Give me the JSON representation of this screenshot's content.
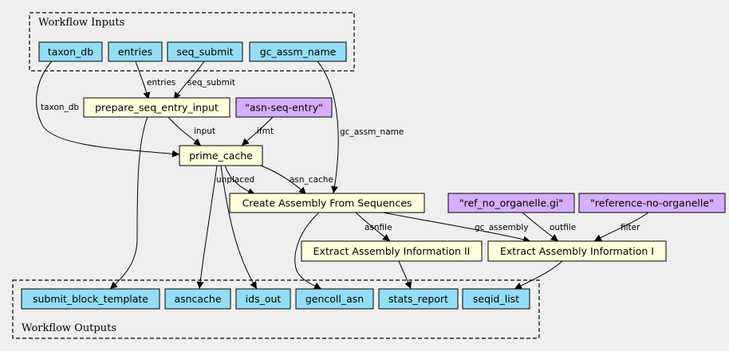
{
  "clusters": {
    "inputs_label": "Workflow Inputs",
    "outputs_label": "Workflow Outputs"
  },
  "nodes": {
    "taxon_db": "taxon_db",
    "entries": "entries",
    "seq_submit": "seq_submit",
    "gc_assm_name": "gc_assm_name",
    "prepare_seq_entry_input": "prepare_seq_entry_input",
    "asn_seq_entry": "\"asn-seq-entry\"",
    "prime_cache": "prime_cache",
    "create_assembly": "Create Assembly From Sequences",
    "ref_no_organelle_gi": "\"ref_no_organelle.gi\"",
    "reference_no_organelle": "\"reference-no-organelle\"",
    "extract_info_ii": "Extract Assembly Information II",
    "extract_info_i": "Extract Assembly Information I",
    "submit_block_template": "submit_block_template",
    "asncache": "asncache",
    "ids_out": "ids_out",
    "gencoll_asn": "gencoll_asn",
    "stats_report": "stats_report",
    "seqid_list": "seqid_list"
  },
  "edge_labels": {
    "entries": "entries",
    "seq_submit": "seq_submit",
    "taxon_db": "taxon_db",
    "input": "input",
    "ifmt": "ifmt",
    "gc_assm_name": "gc_assm_name",
    "unplaced": "unplaced",
    "asn_cache": "asn_cache",
    "asnfile": "asnfile",
    "gc_assembly": "gc_assembly",
    "outfile": "outfile",
    "filter": "filter"
  },
  "colors": {
    "background": "#efefef",
    "input_output": "#94ddf4",
    "step": "#ffffdd",
    "constant": "#d5aefc"
  }
}
